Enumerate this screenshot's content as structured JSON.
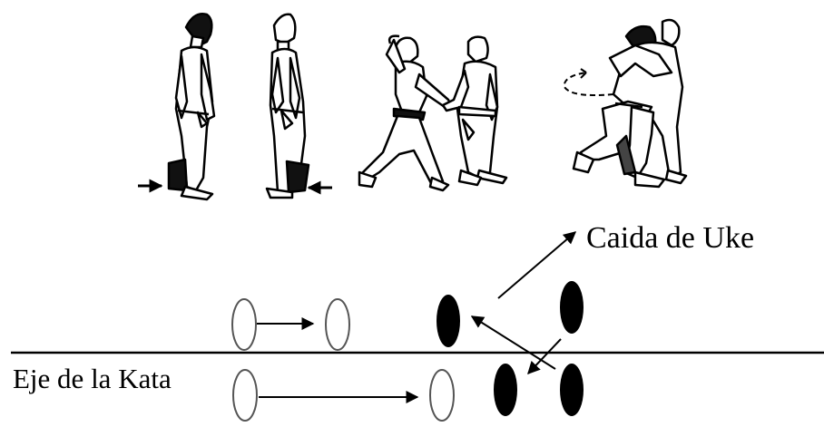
{
  "labels": {
    "fall_label": "Caida de Uke",
    "axis_label": "Eje de la Kata"
  },
  "colors": {
    "ink": "#000000",
    "background": "#ffffff",
    "footprint_outline": "#555555"
  },
  "illustration": {
    "figures": [
      "judoka-standing-left",
      "judoka-standing-right",
      "judoka-pair-approach",
      "judoka-pair-throw"
    ],
    "icons": [
      "push-arrow-right",
      "push-arrow-left",
      "rotation-arc"
    ]
  }
}
